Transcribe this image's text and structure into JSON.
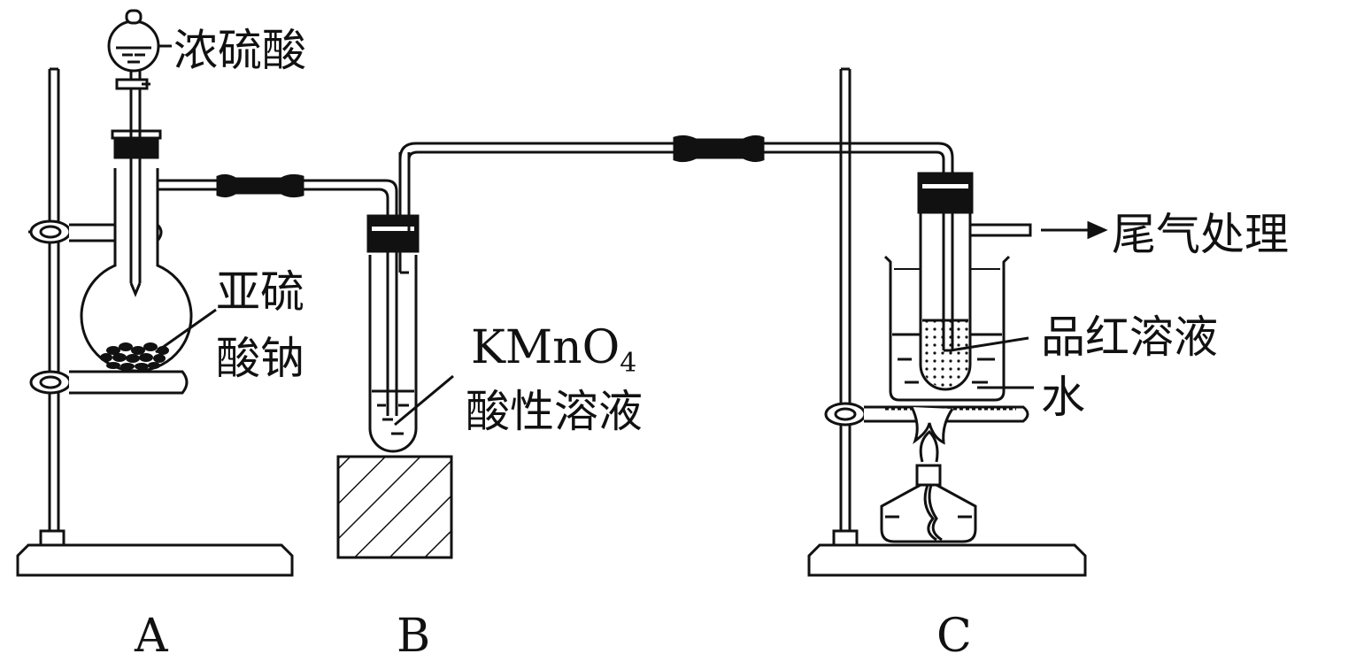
{
  "labels": {
    "conc_h2so4": "浓硫酸",
    "na2so3_line1": "亚硫",
    "na2so3_line2": "酸钠",
    "kmno4_formula": "KMnO",
    "kmno4_subscript": "4",
    "kmno4_desc": "酸性溶液",
    "tail_gas": "尾气处理",
    "pinhong": "品红溶液",
    "water": "水",
    "apparatus_a": "A",
    "apparatus_b": "B",
    "apparatus_c": "C"
  },
  "colors": {
    "line": "#111111",
    "fill": "#ffffff"
  }
}
